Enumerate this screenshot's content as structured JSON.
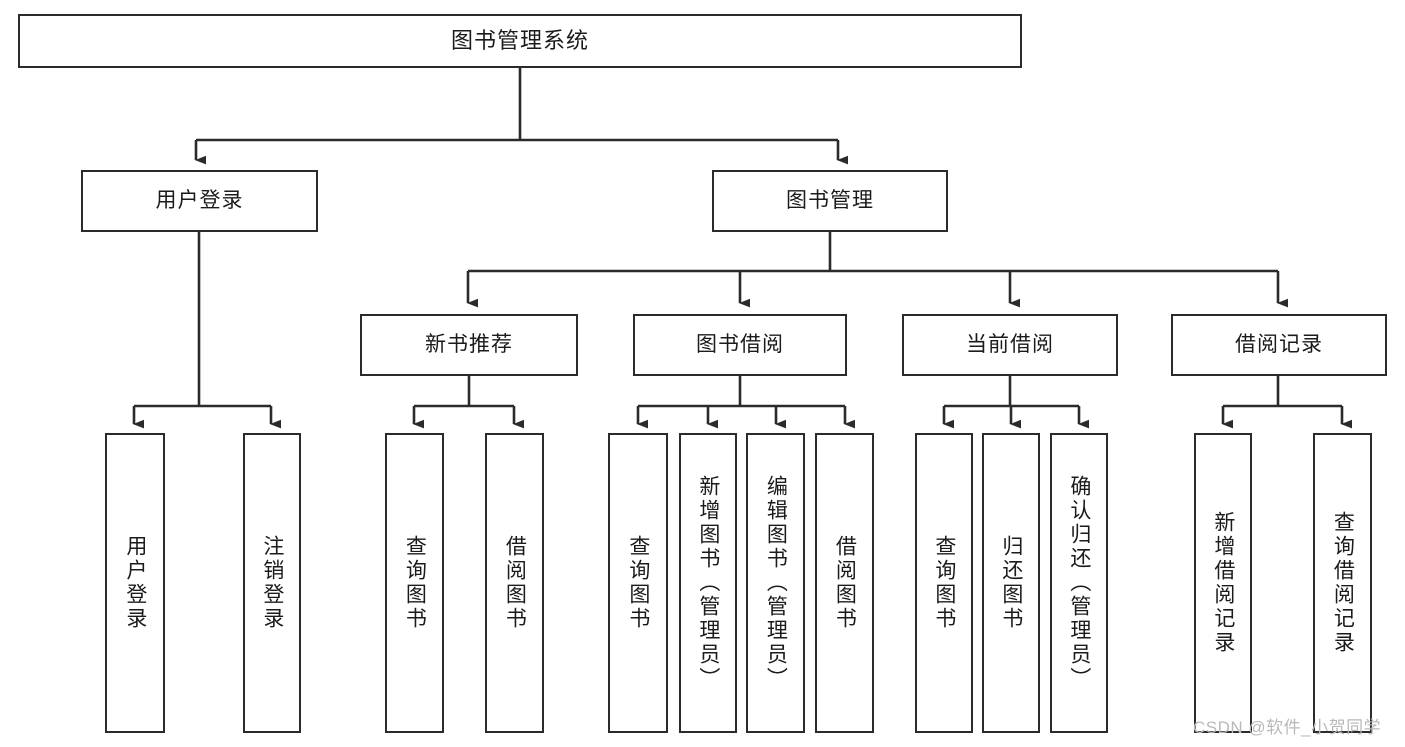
{
  "diagram": {
    "title": "图书管理系统",
    "type": "tree",
    "orientation": "top-down",
    "colors": {
      "box_border": "#2b2b2b",
      "box_fill": "#ffffff",
      "edge": "#2b2b2b",
      "text": "#1b1b1b",
      "watermark": "#b9b9b9",
      "background": "#ffffff"
    }
  },
  "root": {
    "label": "图书管理系统"
  },
  "level2": [
    {
      "id": "user-login",
      "label": "用户登录"
    },
    {
      "id": "book-management",
      "label": "图书管理"
    }
  ],
  "level3": [
    {
      "id": "new-book-recommend",
      "label": "新书推荐",
      "parent": "book-management"
    },
    {
      "id": "book-borrow",
      "label": "图书借阅",
      "parent": "book-management"
    },
    {
      "id": "current-borrow",
      "label": "当前借阅",
      "parent": "book-management"
    },
    {
      "id": "borrow-record",
      "label": "借阅记录",
      "parent": "book-management"
    }
  ],
  "leaves": {
    "user_login": [
      {
        "id": "leaf-user-login",
        "label": "用户登录"
      },
      {
        "id": "leaf-user-logout",
        "label": "注销登录"
      }
    ],
    "new_book_recommend": [
      {
        "id": "leaf-query-book-1",
        "label": "查询图书"
      },
      {
        "id": "leaf-borrow-book-1",
        "label": "借阅图书"
      }
    ],
    "book_borrow": [
      {
        "id": "leaf-query-book-2",
        "label": "查询图书"
      },
      {
        "id": "leaf-add-book",
        "label": "新增图书（管理员）"
      },
      {
        "id": "leaf-edit-book",
        "label": "编辑图书（管理员）"
      },
      {
        "id": "leaf-borrow-book-2",
        "label": "借阅图书"
      }
    ],
    "current_borrow": [
      {
        "id": "leaf-query-book-3",
        "label": "查询图书"
      },
      {
        "id": "leaf-return-book",
        "label": "归还图书"
      },
      {
        "id": "leaf-confirm-return",
        "label": "确认归还（管理员）"
      }
    ],
    "borrow_record": [
      {
        "id": "leaf-add-record",
        "label": "新增借阅记录"
      },
      {
        "id": "leaf-query-record",
        "label": "查询借阅记录"
      }
    ]
  },
  "watermark": {
    "text": "CSDN @软件_小贺同学"
  }
}
